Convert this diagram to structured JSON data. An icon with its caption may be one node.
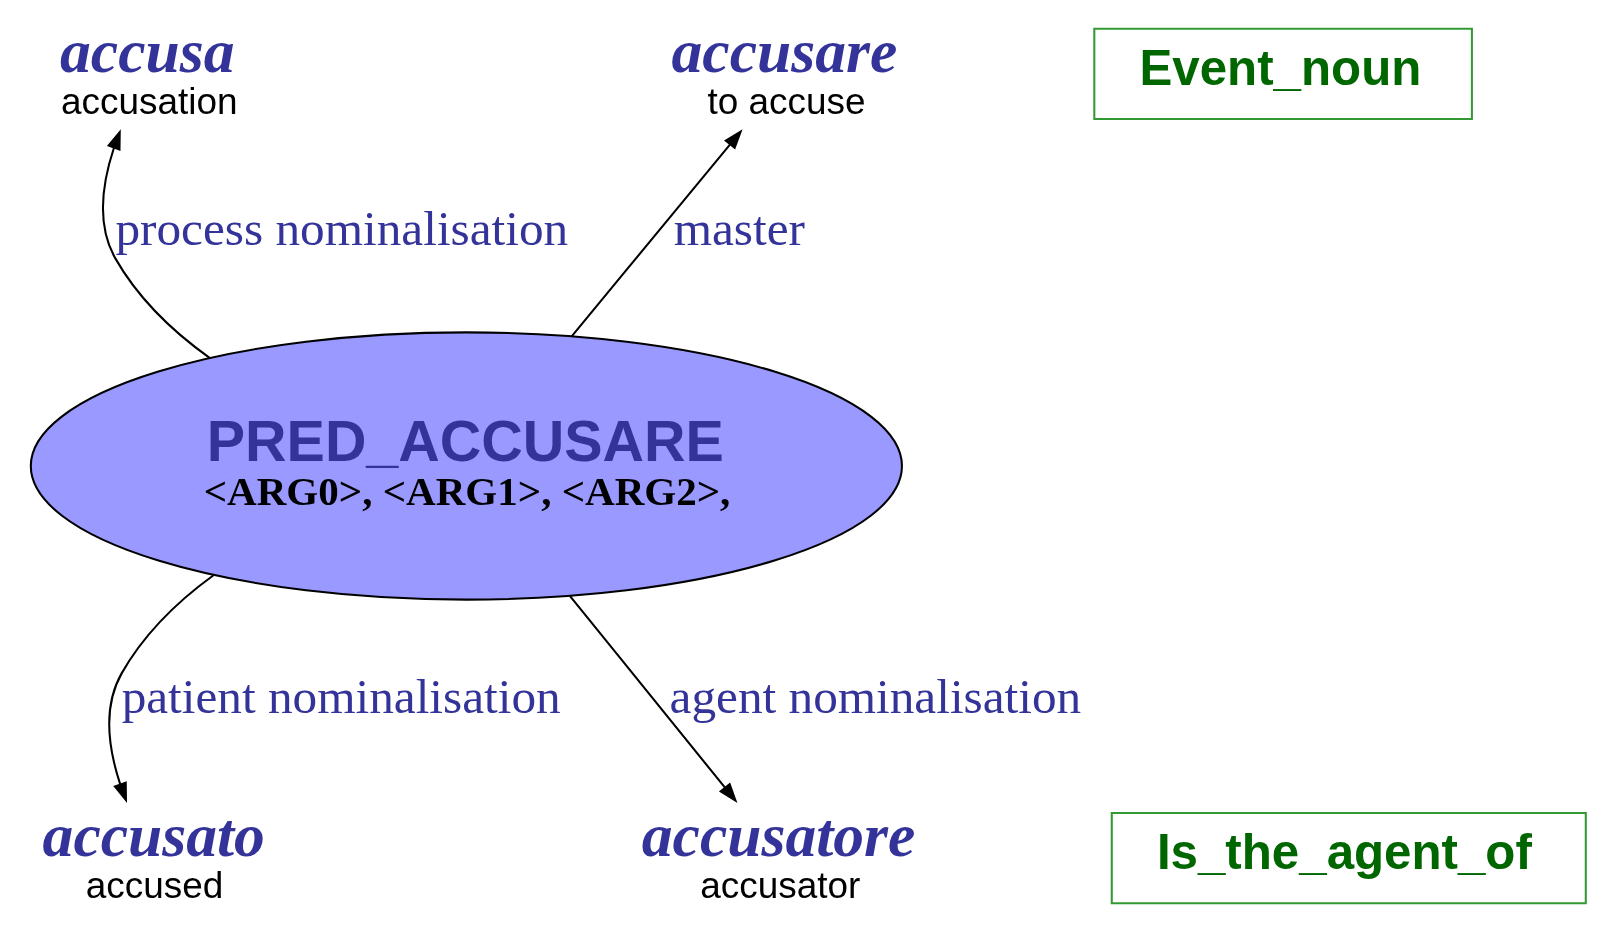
{
  "diagram": {
    "nodes": [
      {
        "text": [
          "PRED_ACCUSARE",
          "<ARG0>, <ARG1>, <ARG2>,"
        ]
      },
      {
        "text": [
          "accusa"
        ],
        "beside": [
          "accusation"
        ]
      },
      {
        "text": [
          "Event_noun"
        ]
      },
      {
        "text": [
          "accusare"
        ],
        "beside": [
          "to accuse"
        ]
      },
      {
        "text": [
          "Is_the_agent_of"
        ]
      },
      {
        "text": [
          "accusato"
        ],
        "beside": [
          "accused"
        ]
      },
      {
        "text": [
          "accusatore"
        ],
        "beside": [
          "accusator"
        ]
      }
    ],
    "edges": [
      {
        "from": 0,
        "to": 1,
        "arrow": "to",
        "label": "process nominalisation"
      },
      {
        "from": 0,
        "to": 3,
        "arrow": "to",
        "label": "master"
      },
      {
        "from": 0,
        "to": 5,
        "arrow": "to",
        "label": "patient nominalisation"
      },
      {
        "from": 0,
        "to": 6,
        "arrow": "to",
        "label": "agent nominalisation"
      }
    ]
  }
}
